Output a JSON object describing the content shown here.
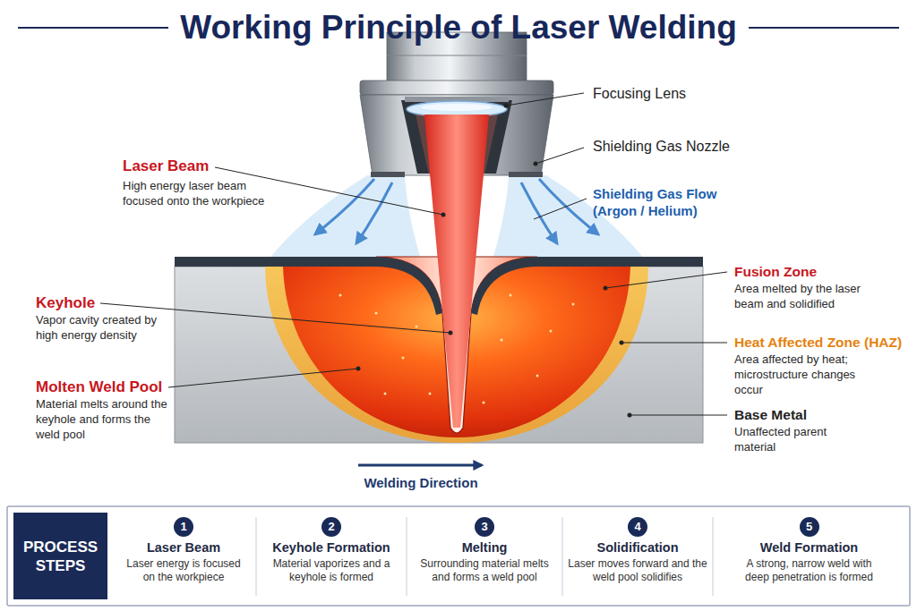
{
  "diagram": {
    "title": "Working Principle of Laser Welding",
    "nodes": [
      {
        "text": [
          "PROCESS STEPS"
        ]
      },
      {
        "text": [
          "Laser Beam",
          "Laser energy is focused on the workpiece"
        ]
      },
      {
        "text": [
          "1"
        ],
        "in": 1
      },
      {
        "text": [
          "Keyhole Formation",
          "Material vaporizes and a keyhole is formed"
        ]
      },
      {
        "text": [
          "2"
        ],
        "in": 3
      },
      {
        "text": [
          "Melting",
          "Surrounding material melts and forms a weld pool"
        ]
      },
      {
        "text": [
          "3"
        ],
        "in": 5
      },
      {
        "text": [
          "Solidification",
          "Laser moves forward and the weld pool solidifies"
        ]
      },
      {
        "text": [
          "4"
        ],
        "in": 7
      },
      {
        "text": [
          "Weld Formation",
          "A strong, narrow weld with deep penetration is formed"
        ]
      },
      {
        "text": [
          "5"
        ],
        "in": 9
      }
    ],
    "labels": [
      "Focusing Lens",
      "Shielding Gas Nozzle",
      "Laser Beam",
      "High energy laser beam focused onto the workpiece",
      "Shielding Gas Flow (Argon / Helium)",
      "Fusion Zone",
      "Area melted by the laser beam and solidified",
      "Keyhole",
      "Vapor cavity created by high energy density",
      "Heat Affected Zone (HAZ)",
      "Area affected by heat; microstructure changes occur",
      "Molten Weld Pool",
      "Material melts around the keyhole and forms the weld pool",
      "Base Metal",
      "Unaffected parent material",
      "Welding Direction"
    ]
  }
}
